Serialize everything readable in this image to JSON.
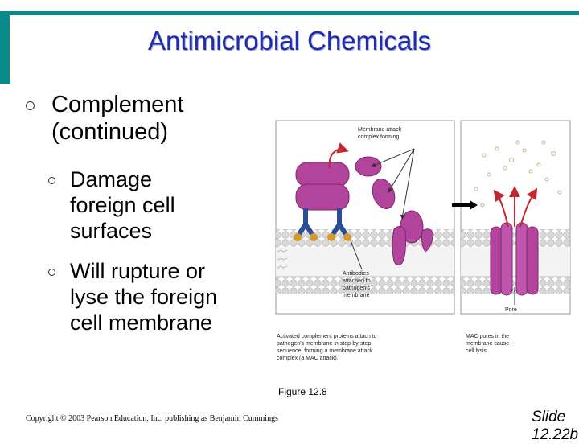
{
  "title": "Antimicrobial Chemicals",
  "bullet1": {
    "line1": "Complement",
    "line2": "(continued)"
  },
  "subbullets": [
    {
      "lines": [
        "Damage",
        "foreign cell",
        "surfaces"
      ]
    },
    {
      "lines": [
        "Will rupture or",
        "lyse the foreign",
        "cell membrane"
      ]
    }
  ],
  "figure": {
    "label_mac_forming": [
      "Membrane attack",
      "complex forming"
    ],
    "label_antibodies": [
      "Antibodies",
      "attached to",
      "pathogen's",
      "membrane"
    ],
    "label_pore": "Pore",
    "caption_left": [
      "Activated complement proteins attach to",
      "pathogen's membrane in step-by-step",
      "sequence, forming a membrane attack",
      "complex (a MAC attack)."
    ],
    "caption_right": [
      "MAC pores in the",
      "membrane cause",
      "cell lysis."
    ],
    "colors": {
      "protein": "#b2449e",
      "antibody": "#2a4d9a",
      "antigen": "#d39a2a",
      "arrow": "#c2262e",
      "membrane": "#cfcfcf"
    }
  },
  "figure_caption": "Figure 12.8",
  "copyright": "Copyright © 2003 Pearson Education, Inc. publishing as Benjamin Cummings",
  "slide_label": {
    "line1": "Slide",
    "line2": "12.22b"
  }
}
